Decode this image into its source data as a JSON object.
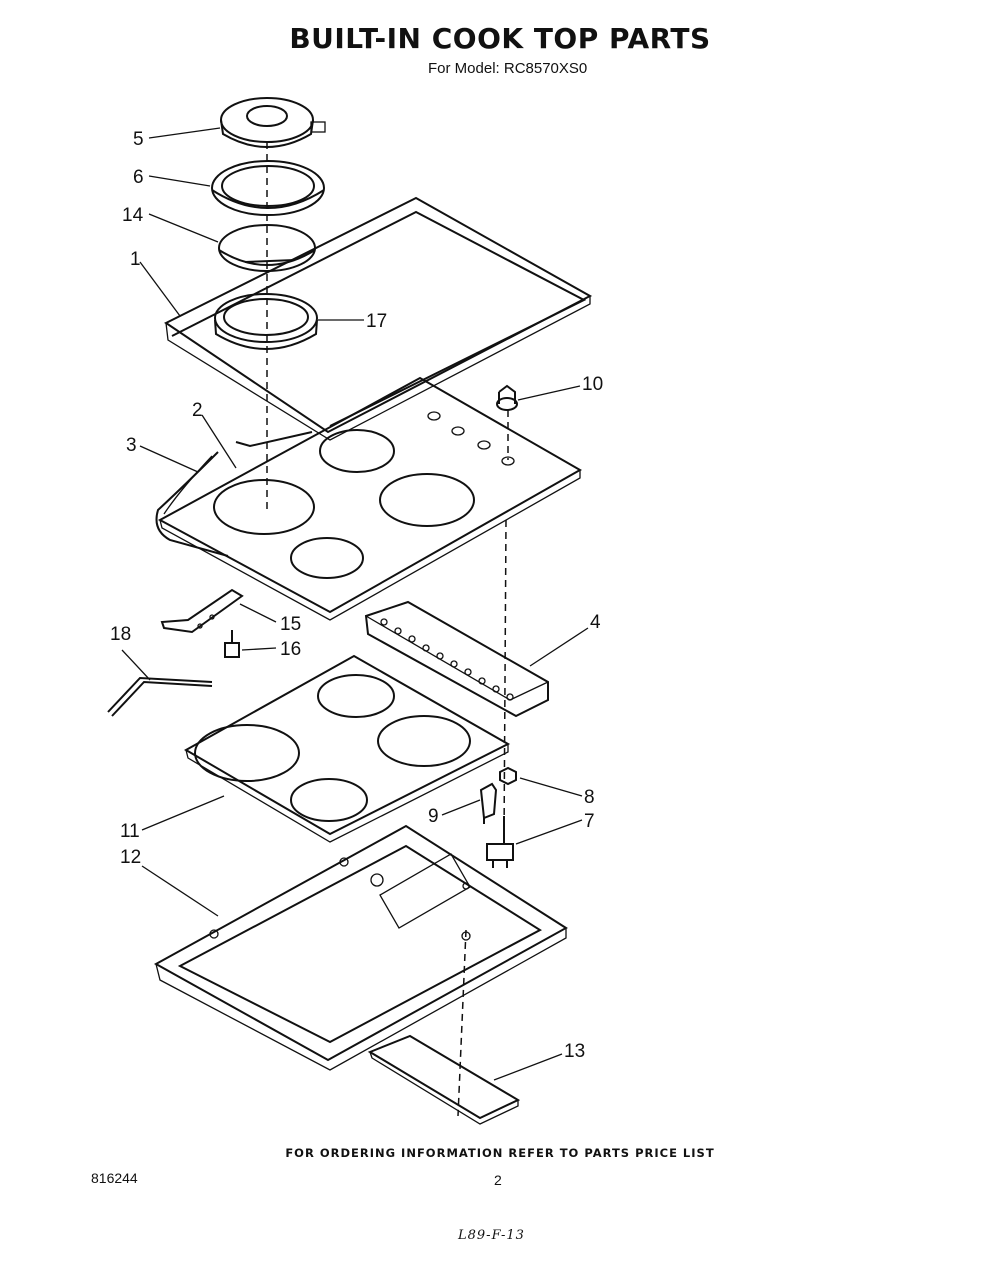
{
  "header": {
    "title": "BUILT-IN COOK TOP PARTS",
    "model_line": "For Model: RC8570XS0"
  },
  "parts": {
    "p1": "1",
    "p2": "2",
    "p3": "3",
    "p4": "4",
    "p5": "5",
    "p6": "6",
    "p7": "7",
    "p8": "8",
    "p9": "9",
    "p10": "10",
    "p11": "11",
    "p12": "12",
    "p13": "13",
    "p14": "14",
    "p15": "15",
    "p16": "16",
    "p17": "17",
    "p18": "18"
  },
  "footer": {
    "ordering_note": "FOR ORDERING INFORMATION REFER TO PARTS PRICE LIST",
    "doc_number": "816244",
    "page_number": "2",
    "handwritten_code": "L89-F-13"
  }
}
